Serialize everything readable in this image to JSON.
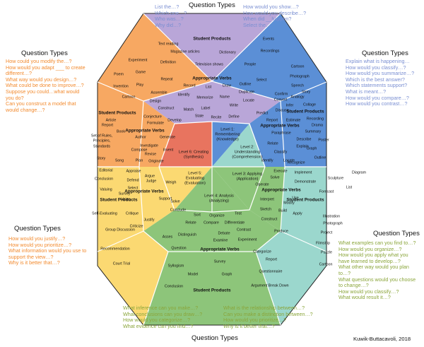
{
  "credit": "Kuwik-Buttacavoli, 2018",
  "colors": {
    "red": "#e8745f",
    "orange": "#f7a862",
    "yellow": "#fbd972",
    "green": "#8dc57a",
    "teal": "#9bd7cd",
    "blue": "#5b8fd6",
    "violet": "#b9a6d8",
    "pink": "#f2a7b8",
    "tanq": "#cbb6d6",
    "qlist_blue": "#7a8fd2",
    "qlist_orange": "#f28a2e",
    "qlist_green": "#8aa53a"
  },
  "question_types": {
    "top": {
      "title": "Question Types",
      "left": [
        "List the…?",
        "Which one…?",
        "Who was…?",
        "Why did…?"
      ],
      "right": [
        "How would you show…?",
        "How would you describe…?",
        "When did __happen?",
        "Select the…"
      ]
    },
    "left_top": {
      "title": "Question Types",
      "items": [
        "How could you modify the…?",
        "How would you adapt ___ to create",
        "different…?",
        "What way would you design…?",
        "What could be done to improve…?",
        "Suppose you could…what would",
        "you do?",
        "Can you construct a model that",
        "would change…?"
      ]
    },
    "right_top": {
      "title": "Question Types",
      "items": [
        "Explain what is happening…",
        "How would you classify…?",
        "How would you summarize…?",
        "Which is the best answer?",
        "Which statements support?",
        "What is meant…?",
        "How would you compare…?",
        "How would you contrast…?"
      ]
    },
    "left_bottom": {
      "title": "Question Types",
      "items": [
        "How would you justify…?",
        "How would you prioritize…?",
        "What information would you use to",
        "support the view…?",
        "Why is it better that…?"
      ]
    },
    "right_bottom": {
      "title": "Question Types",
      "items": [
        "What examples can you find to…?",
        "How would you organize…?",
        "How would you apply what you",
        "have learned to develop…?",
        "What other way would you plan",
        "to…?",
        "What questions would you choose",
        "to change…?",
        "How would you classify…?",
        "What would result it…?"
      ]
    },
    "bottom": {
      "title": "Question Types",
      "left": [
        "What inference can you make…?",
        "What conclusions can you draw…?",
        "How would you categorize…?",
        "What evidence can you find…?"
      ],
      "right": [
        "What is the relationship between…?",
        "Can you make a distinction between…?",
        "How would you prioritize…?",
        "Why is it better that…?"
      ]
    }
  },
  "levels": {
    "remembering": [
      "Level 1:",
      "Remembering",
      "(Knowledge)"
    ],
    "understanding": [
      "Level 2:",
      "Understanding",
      "(Comprehension)"
    ],
    "applying": [
      "Level 3: Applying",
      "(Application)"
    ],
    "analysis": [
      "Level 4: Analysis",
      "(Analyzing)"
    ],
    "evaluating": [
      "Level 5:",
      "Evaluating",
      "(Evaluation)"
    ],
    "creating": [
      "Level 6: Creating",
      "(Synthesis)"
    ]
  },
  "headers": {
    "products_top": "Student Products",
    "verbs_remember": "Appropriate Verbs",
    "verbs_understand": "Appropriate Verbs",
    "products_right_top": "Student Products",
    "verbs_apply": "Appropriate Verbs",
    "products_right_bottom": "Student Products",
    "verbs_analyze": "Appropriate Verbs",
    "products_bottom": "Student Products",
    "verbs_evaluate": "Appropriate Verbs",
    "products_left_bottom": "Student Products",
    "verbs_create": "Appropriate Verbs",
    "products_left_top": "Student Products"
  },
  "words": {
    "remember_products": [
      "Events",
      "Text reading",
      "Recordings",
      "Magazine articles",
      "Dictionary",
      "Definition",
      "Television shows",
      "People"
    ],
    "remember_verbs": [
      "Repeat",
      "Record",
      "List",
      "Draw",
      "Outline",
      "Select",
      "Identify",
      "Memorize",
      "Name",
      "Duplicate",
      "Match",
      "Label",
      "Write",
      "Locate",
      "State",
      "Recite",
      "Define"
    ],
    "understand_verbs": [
      "Confirm",
      "Convert",
      "Infer",
      "Discuss",
      "Predict",
      "Report",
      "Estimate",
      "Paraphrase",
      "Describe",
      "Relate",
      "Explain",
      "Classify",
      "Locate",
      "Identify",
      "Recognize"
    ],
    "understand_products": [
      "Cartoon",
      "Photograph",
      "Speech",
      "Story",
      "Analogy",
      "Collage",
      "Recording",
      "Drama",
      "Summary",
      "Poster",
      "Graph",
      "Outline"
    ],
    "apply_verbs": [
      "Execute",
      "Implement",
      "Solve",
      "Demonstrate",
      "Operate",
      "Use",
      "Interpret",
      "Modify",
      "Sketch",
      "Build",
      "Apply",
      "Construct",
      "Produce"
    ],
    "apply_products": [
      "Diagram",
      "Sculpture",
      "List",
      "Forecast",
      "Illustration",
      "Photograph",
      "Project",
      "Filmstrip",
      "Puzzle",
      "Cartoon"
    ],
    "analyze_verbs": [
      "Sort",
      "Organize",
      "Test",
      "Relate",
      "Compare",
      "Differentiate",
      "Contrast",
      "Distinguish",
      "Debate",
      "Examine",
      "Experiment",
      "Question",
      "Categorize"
    ],
    "analyze_products": [
      "Survey",
      "Report",
      "Syllogism",
      "Questionnaire",
      "Model",
      "Graph",
      "Argument Break Down",
      "Conclusion"
    ],
    "evaluate_verbs": [
      "Appraise",
      "Argue",
      "Defend",
      "Judge",
      "Weigh",
      "Select",
      "Support",
      "Value",
      "Solve",
      "Conclude",
      "Critique",
      "Justify",
      "Criticize",
      "Asses"
    ],
    "evaluate_products": [
      "Editorial",
      "Conclusion",
      "Valuing",
      "Survey",
      "Self-Evaluating",
      "Group Discussion",
      "Recommendation",
      "Court Trial"
    ],
    "create_verbs": [
      "Assemble",
      "Design",
      "Construct",
      "Conjecture",
      "Develop",
      "Formulate",
      "Author",
      "Generate",
      "Investigate",
      "Compose",
      "Revise",
      "Invent",
      "Plan",
      "Originate"
    ],
    "create_products": [
      "Experiment",
      "Poem",
      "Game",
      "Invention",
      "Play",
      "Cartoon",
      "Article",
      "Report",
      "Book",
      "Set of Rules,",
      "Principles,",
      "Standards",
      "Story",
      "Song"
    ]
  }
}
